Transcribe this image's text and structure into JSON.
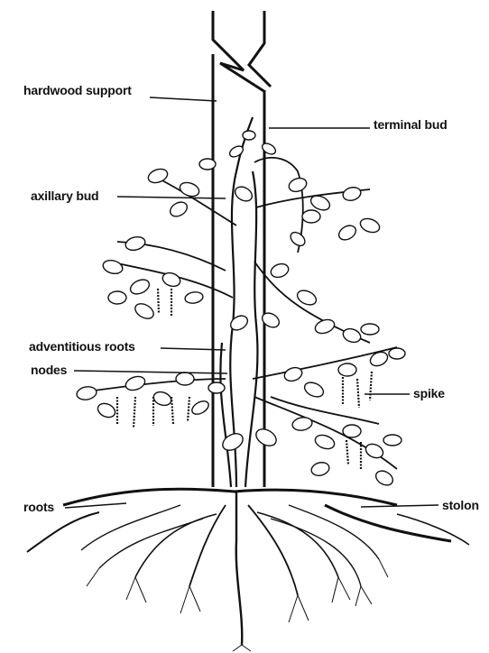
{
  "labels": {
    "hardwood_support": "hardwood support",
    "terminal_bud": "terminal bud",
    "axillary_bud": "axillary bud",
    "adventitious_roots": "adventitious roots",
    "nodes": "nodes",
    "spike": "spike",
    "roots": "roots",
    "stolon": "stolon"
  },
  "colors": {
    "ink": "#111111",
    "background": "#ffffff"
  }
}
